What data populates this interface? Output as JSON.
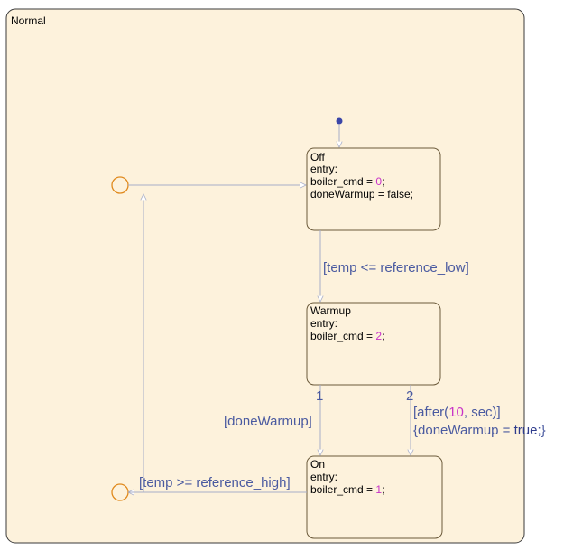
{
  "colors": {
    "state_fill": "#fdf2dc",
    "state_border": "#6b5a3a",
    "transition": "#a8aec8",
    "label": "#4a5aa0",
    "label_dark": "#2f3c8c",
    "number": "#c832c8",
    "junction": "#e08a1e",
    "default_dot": "#3a46a8"
  },
  "chart": {
    "superstate": {
      "name": "Normal"
    },
    "states": {
      "off": {
        "name": "Off",
        "lines": [
          "entry:",
          "boiler_cmd = ",
          "doneWarmup = false;"
        ],
        "boiler_value": "0"
      },
      "warmup": {
        "name": "Warmup",
        "lines": [
          "entry:",
          "boiler_cmd = "
        ],
        "boiler_value": "2"
      },
      "on": {
        "name": "On",
        "lines": [
          "entry:",
          "boiler_cmd = "
        ],
        "boiler_value": "1"
      }
    },
    "transitions": {
      "off_to_warmup": "[temp <= reference_low]",
      "warmup_to_on_1": {
        "order": "1",
        "label": "[doneWarmup]"
      },
      "warmup_to_on_2": {
        "order": "2",
        "label_prefix": "[after(",
        "label_num": "10",
        "label_suffix": ", sec)]",
        "action_prefix": "{doneWarmup = ",
        "action_value": "true",
        "action_suffix": ";}"
      },
      "on_to_junction": "[temp >= reference_high]"
    },
    "icons": {
      "default_transition": "default-transition-dot-icon",
      "junction": "connective-junction-icon",
      "arrow": "arrowhead-icon"
    }
  }
}
